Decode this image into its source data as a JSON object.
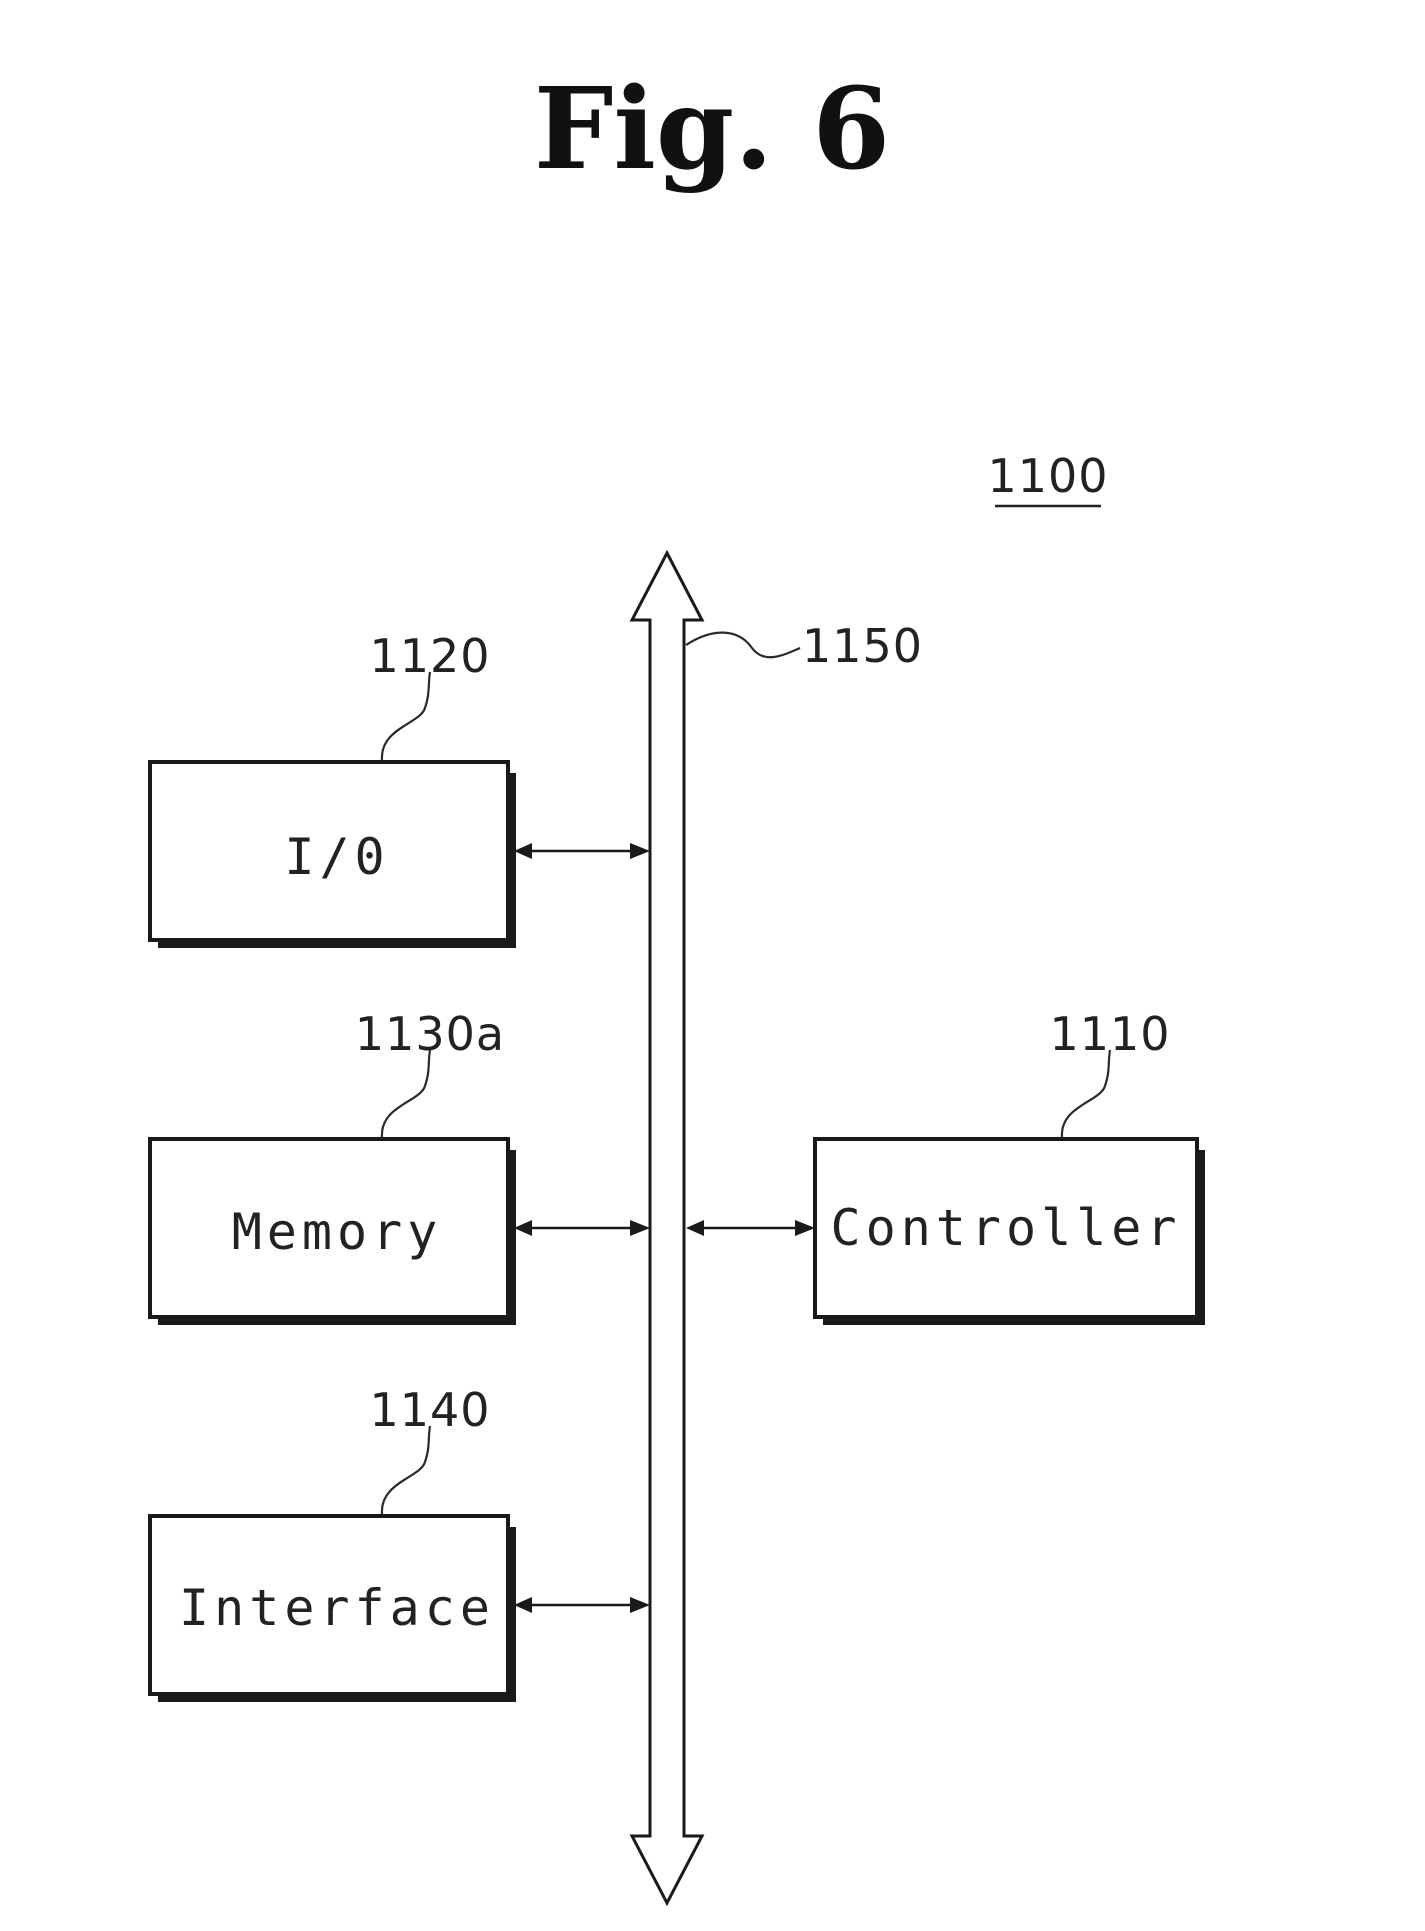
{
  "figure": {
    "title": "Fig. 6",
    "system_ref": "1100",
    "bus_ref": "1150"
  },
  "blocks": {
    "io": {
      "label": "I/0",
      "ref": "1120"
    },
    "memory": {
      "label": "Memory",
      "ref": "1130a"
    },
    "interface": {
      "label": "Interface",
      "ref": "1140"
    },
    "controller": {
      "label": "Controller",
      "ref": "1110"
    }
  }
}
